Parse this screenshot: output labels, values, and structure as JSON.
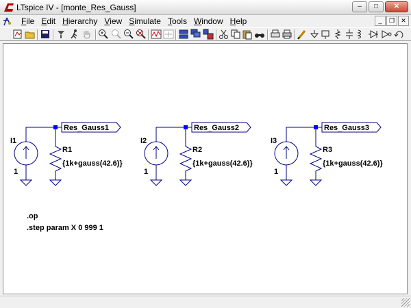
{
  "window": {
    "title": "LTspice IV - [monte_Res_Gauss]"
  },
  "menu": {
    "items": [
      {
        "label": "File",
        "accel": "F",
        "rest": "ile"
      },
      {
        "label": "Edit",
        "accel": "E",
        "rest": "dit"
      },
      {
        "label": "Hierarchy",
        "accel": "H",
        "rest": "ierarchy"
      },
      {
        "label": "View",
        "accel": "V",
        "rest": "iew"
      },
      {
        "label": "Simulate",
        "accel": "S",
        "rest": "imulate"
      },
      {
        "label": "Tools",
        "accel": "T",
        "rest": "ools"
      },
      {
        "label": "Window",
        "accel": "W",
        "rest": "indow"
      },
      {
        "label": "Help",
        "accel": "H",
        "rest": "elp"
      }
    ]
  },
  "colors": {
    "wire": "#000080",
    "junction": "#0000ff",
    "label": "#000000",
    "canvas": "#ffffff"
  },
  "schematic": {
    "circuits": [
      {
        "source": "I1",
        "source_value": "1",
        "resistor": "R1",
        "resistor_value": "{1k+gauss(42.6)}",
        "net": "Res_Gauss1"
      },
      {
        "source": "I2",
        "source_value": "1",
        "resistor": "R2",
        "resistor_value": "{1k+gauss(42.6)}",
        "net": "Res_Gauss2"
      },
      {
        "source": "I3",
        "source_value": "1",
        "resistor": "R3",
        "resistor_value": "{1k+gauss(42.6)}",
        "net": "Res_Gauss3"
      }
    ],
    "directives": [
      ".op",
      ".step param X 0 999 1"
    ]
  }
}
